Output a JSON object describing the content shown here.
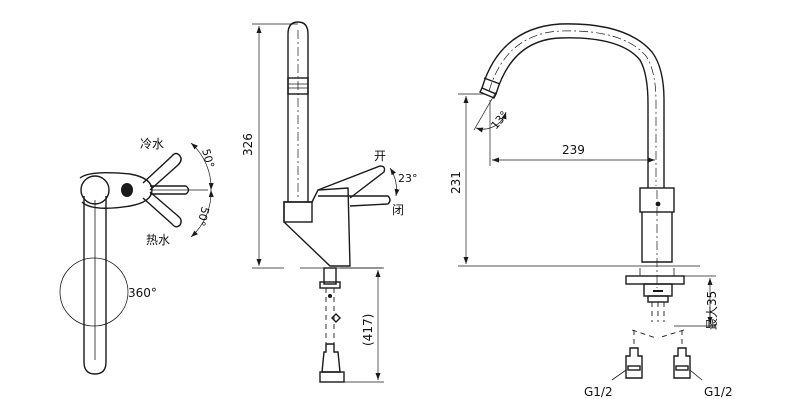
{
  "top_view": {
    "cold_label": "冷水",
    "hot_label": "热水",
    "angle_top": "50°",
    "angle_bottom": "50°",
    "rotation": "360°"
  },
  "side_view": {
    "height": "326",
    "open_label": "开",
    "close_label": "闭",
    "lever_angle": "23°",
    "hose_length": "(417)"
  },
  "front_view": {
    "tilt_angle": "13°",
    "reach": "239",
    "spout_height": "231",
    "max_thickness": "最大35",
    "thread_left": "G1/2",
    "thread_right": "G1/2"
  }
}
